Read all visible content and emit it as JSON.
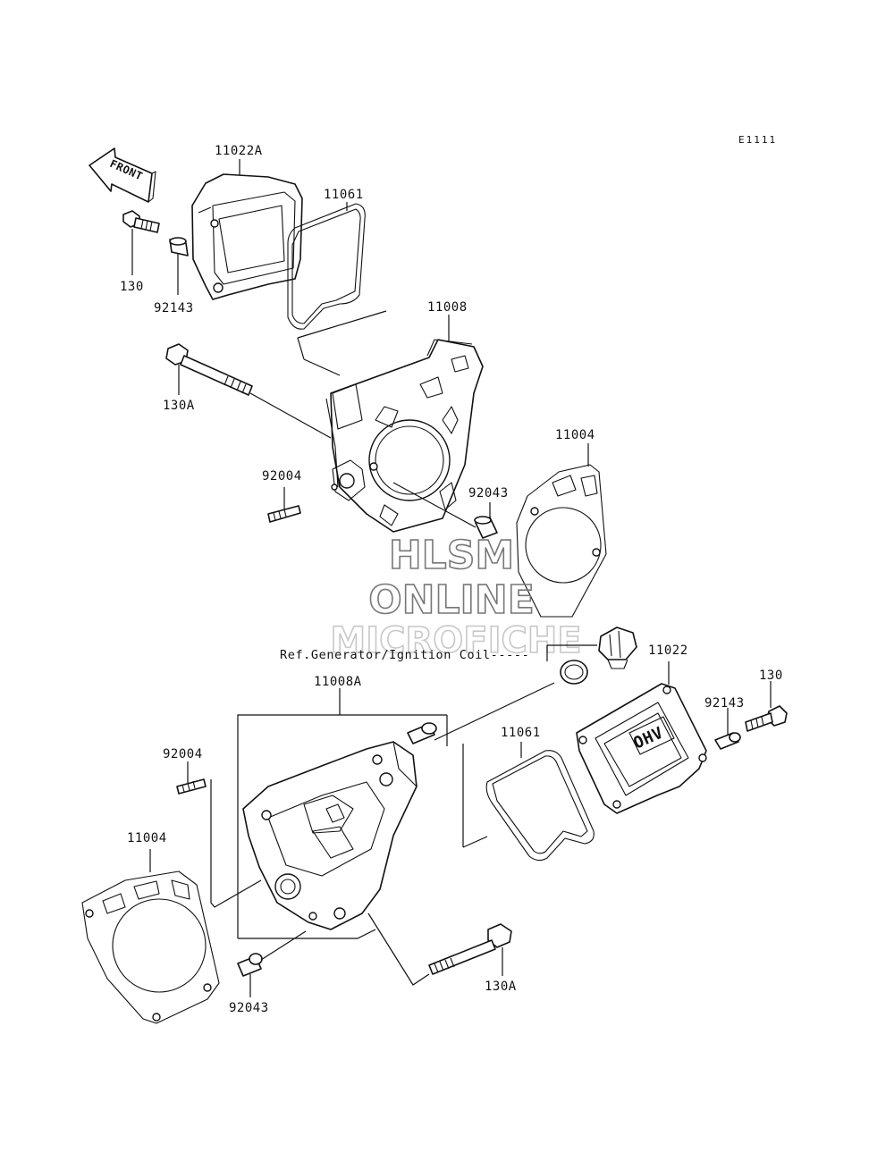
{
  "diagram_code": "E1111",
  "front_arrow_label": "FRONT",
  "watermark": {
    "line1": "HLSM",
    "line2": "ONLINE",
    "line3": "MICROFICHE",
    "color": "#9a9a9a"
  },
  "reference_note": "Ref.Generator/Ignition Coil",
  "parts": {
    "top_head_cover": "11022A",
    "top_cover_gasket": "11061",
    "top_cover_bolt": "130",
    "top_cover_collar": "92143",
    "top_cylinder_head": "11008",
    "top_head_bolt": "130A",
    "top_stud": "92004",
    "top_dowel": "92043",
    "top_head_gasket": "11004",
    "bottom_head_cover": "11022",
    "bottom_cover_bolt": "130",
    "bottom_cover_collar": "92143",
    "bottom_cylinder_head": "11008A",
    "bottom_cover_gasket": "11061",
    "bottom_stud": "92004",
    "bottom_head_gasket": "11004",
    "bottom_dowel": "92043",
    "bottom_head_bolt": "130A"
  },
  "cover_marking": "OHV"
}
